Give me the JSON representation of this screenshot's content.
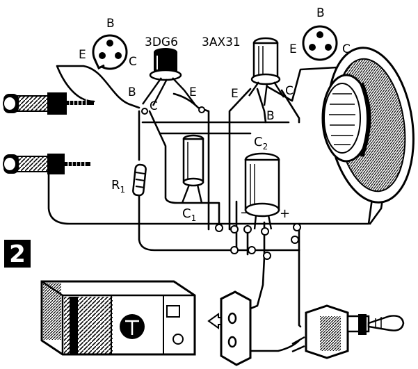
{
  "figure": {
    "number": "2"
  },
  "transistors": {
    "left": {
      "model": "3DG6"
    },
    "right": {
      "model": "3AX31"
    }
  },
  "pinouts": {
    "left": {
      "b": "B",
      "e": "E",
      "c": "C"
    },
    "right": {
      "b": "B",
      "e": "E",
      "c": "C"
    }
  },
  "terminals": {
    "left_b": "B",
    "left_c": "C",
    "left_e": "E",
    "right_e": "E",
    "right_b": "B",
    "right_c": "C"
  },
  "components": {
    "r1": "R",
    "r1_sub": "1",
    "c1": "C",
    "c1_sub": "1",
    "c2": "C",
    "c2_sub": "2",
    "c2_minus": "−",
    "c2_plus": "+"
  }
}
